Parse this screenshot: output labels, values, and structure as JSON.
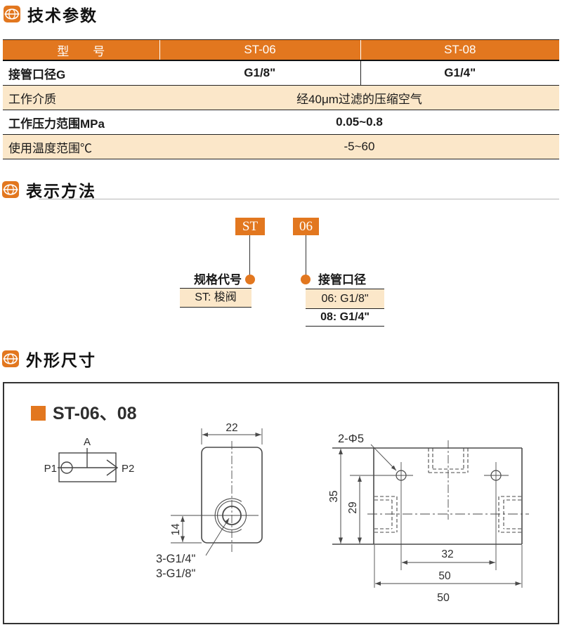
{
  "colors": {
    "orange": "#E2771F",
    "peach": "#FBE7C9",
    "table_line": "#222222",
    "draw_line": "#4a4a4a"
  },
  "sections": [
    {
      "title": "技术参数"
    },
    {
      "title": "表示方法"
    },
    {
      "title": "外形尺寸"
    }
  ],
  "spec_table": {
    "header_col1": "型　　号",
    "header_col2": "ST-06",
    "header_col3": "ST-08",
    "rows": [
      {
        "label": "接管口径G",
        "v1": "G1/8\"",
        "v2": "G1/4\""
      },
      {
        "label": "工作介质",
        "v": "经40μm过滤的压缩空气"
      },
      {
        "label": "工作压力范围MPa",
        "v": "0.05~0.8"
      },
      {
        "label": "使用温度范围℃",
        "v": "-5~60"
      }
    ]
  },
  "designation": {
    "box1": "ST",
    "box2": "06",
    "left_label": "规格代号",
    "left_entry": "ST: 梭阀",
    "right_label": "接管口径",
    "right_entry1": "06: G1/8\"",
    "right_entry2": "08: G1/4\""
  },
  "drawing": {
    "model": "ST-06、08",
    "sch_a": "A",
    "sch_p1": "P1",
    "sch_p2": "P2",
    "front_width": "22",
    "front_port_height": "14",
    "front_port1": "3-G1/4\"",
    "front_port2": "3-G1/8\"",
    "side_holes": "2-Φ5",
    "side_height": "35",
    "side_hole_height": "29",
    "side_pitch": "32",
    "side_width": "50",
    "side_width2": "50"
  }
}
